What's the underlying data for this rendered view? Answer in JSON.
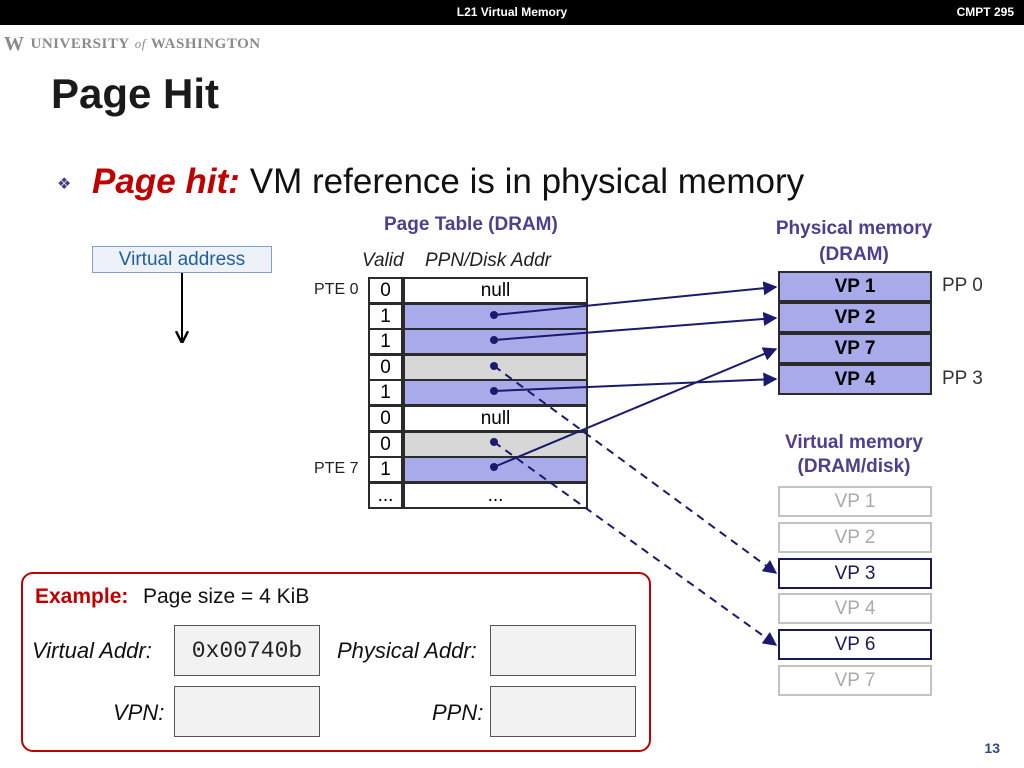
{
  "header": {
    "lecture": "L21 Virtual Memory",
    "course": "CMPT 295"
  },
  "logo": {
    "university": "UNIVERSITY",
    "of": "of",
    "name": "WASHINGTON"
  },
  "title": "Page Hit",
  "bullet": {
    "term": "Page hit:",
    "text": "VM reference is in physical memory"
  },
  "virtual_address_label": "Virtual address",
  "page_table": {
    "title": "Page Table (DRAM)",
    "col_valid": "Valid",
    "col_ppn": "PPN/Disk Addr",
    "pte_first_label": "PTE 0",
    "pte_last_label": "PTE 7",
    "rows": [
      {
        "valid": "0",
        "ppn": "null",
        "kind": "none"
      },
      {
        "valid": "1",
        "ppn": "",
        "kind": "hit"
      },
      {
        "valid": "1",
        "ppn": "",
        "kind": "hit"
      },
      {
        "valid": "0",
        "ppn": "",
        "kind": "miss"
      },
      {
        "valid": "1",
        "ppn": "",
        "kind": "hit"
      },
      {
        "valid": "0",
        "ppn": "null",
        "kind": "none"
      },
      {
        "valid": "0",
        "ppn": "",
        "kind": "miss"
      },
      {
        "valid": "1",
        "ppn": "",
        "kind": "hit"
      },
      {
        "valid": "...",
        "ppn": "...",
        "kind": "none"
      }
    ]
  },
  "physical_memory": {
    "title_line1": "Physical memory",
    "title_line2": "(DRAM)",
    "pages": [
      "VP 1",
      "VP 2",
      "VP 7",
      "VP 4"
    ],
    "pp_first_label": "PP 0",
    "pp_last_label": "PP 3"
  },
  "virtual_memory": {
    "title_line1": "Virtual memory",
    "title_line2": "(DRAM/disk)",
    "pages": [
      {
        "label": "VP 1",
        "active": false
      },
      {
        "label": "VP 2",
        "active": false
      },
      {
        "label": "VP 3",
        "active": true
      },
      {
        "label": "VP 4",
        "active": false
      },
      {
        "label": "VP 6",
        "active": true
      },
      {
        "label": "VP 7",
        "active": false
      }
    ]
  },
  "example": {
    "label": "Example:",
    "page_size": "Page size = 4 KiB",
    "virtual_addr_label": "Virtual Addr:",
    "virtual_addr_value": "0x00740b",
    "physical_addr_label": "Physical Addr:",
    "physical_addr_value": "",
    "vpn_label": "VPN:",
    "vpn_value": "",
    "ppn_label": "PPN:",
    "ppn_value": ""
  },
  "page_number": "13",
  "colors": {
    "hit_fill": "#a9aaea",
    "miss_fill": "#d7d7d7",
    "heading_purple": "#4d3f8f",
    "accent_red": "#c00000",
    "arrow_navy": "#1a1a6e"
  }
}
